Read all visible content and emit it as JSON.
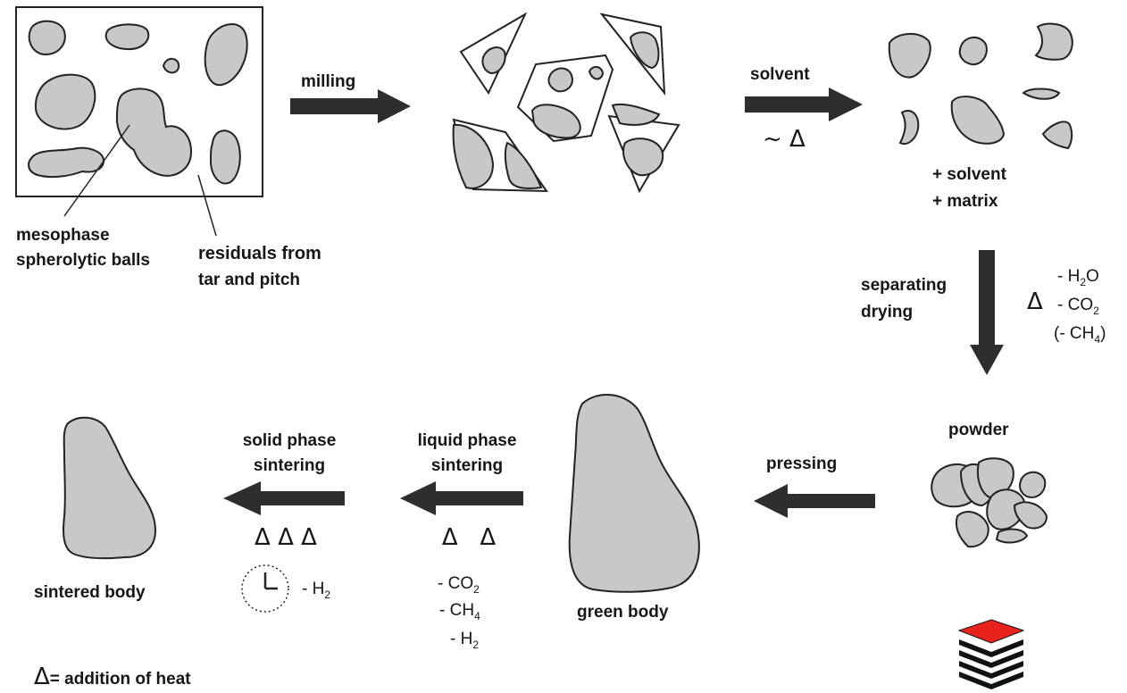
{
  "step_labels": {
    "milling": "milling",
    "solvent": "solvent",
    "solvent_heat": "~ Δ",
    "separating_drying_line1": "separating",
    "separating_drying_line2": "drying",
    "pressing": "pressing",
    "liquid_phase_line1": "liquid phase",
    "liquid_phase_line2": "sintering",
    "solid_phase_line1": "solid phase",
    "solid_phase_line2": "sintering"
  },
  "annotations": {
    "mesophase_line1": "mesophase",
    "mesophase_line2": "spherolytic balls",
    "residuals_line1": "residuals from",
    "residuals_line2": "tar and pitch",
    "plus_solvent": "+ solvent",
    "plus_matrix": "+ matrix"
  },
  "drying_outputs": {
    "heat_symbol": "Δ",
    "h2o": "- H",
    "h2o_sub": "2",
    "h2o_tail": "O",
    "co2": "- CO",
    "co2_sub": "2",
    "ch4": "(- CH",
    "ch4_sub": "4",
    "ch4_tail": ")"
  },
  "liquid_phase_outputs": {
    "heat": "Δ   Δ",
    "co2": "- CO",
    "co2_sub": "2",
    "ch4": "- CH",
    "ch4_sub": "4",
    "h2": "- H",
    "h2_sub": "2"
  },
  "solid_phase_outputs": {
    "heat": "Δ Δ Δ",
    "h2": "- H",
    "h2_sub": "2"
  },
  "stage_labels": {
    "powder": "powder",
    "green_body": "green body",
    "sintered_body": "sintered body"
  },
  "legend": {
    "symbol": "Δ",
    "text": "= addition of heat"
  },
  "colors": {
    "fill_gray": "#c8c8c8",
    "arrow_dark": "#2e2e2e",
    "logo_red": "#e8231e",
    "logo_black": "#111111"
  },
  "icons": [
    "clock-icon",
    "logo-icon"
  ]
}
